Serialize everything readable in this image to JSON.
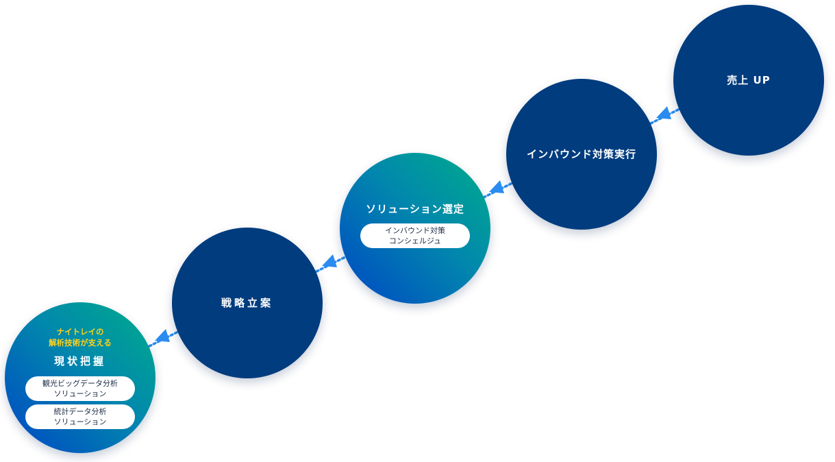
{
  "steps": [
    {
      "id": "current-state",
      "tagline_line1": "ナイトレイの",
      "tagline_line2": "解析技術が支える",
      "title": "現状把握",
      "tags": [
        {
          "line1": "観光ビッグデータ分析",
          "line2": "ソリューション"
        },
        {
          "line1": "統計データ分析",
          "line2": "ソリューション"
        }
      ]
    },
    {
      "id": "strategy",
      "title": "戦略立案"
    },
    {
      "id": "solution",
      "title": "ソリューション選定",
      "tags": [
        {
          "line1": "インバウンド対策",
          "line2": "コンシェルジュ"
        }
      ]
    },
    {
      "id": "execution",
      "title": "インバウンド対策実行"
    },
    {
      "id": "sales",
      "title": "売上 UP"
    }
  ],
  "colors": {
    "navy": "#003c7e",
    "gradient_top": "#00ad8a",
    "gradient_bottom": "#0046c4",
    "arrow": "#2a8cf0",
    "tagline": "#ffd21e"
  }
}
